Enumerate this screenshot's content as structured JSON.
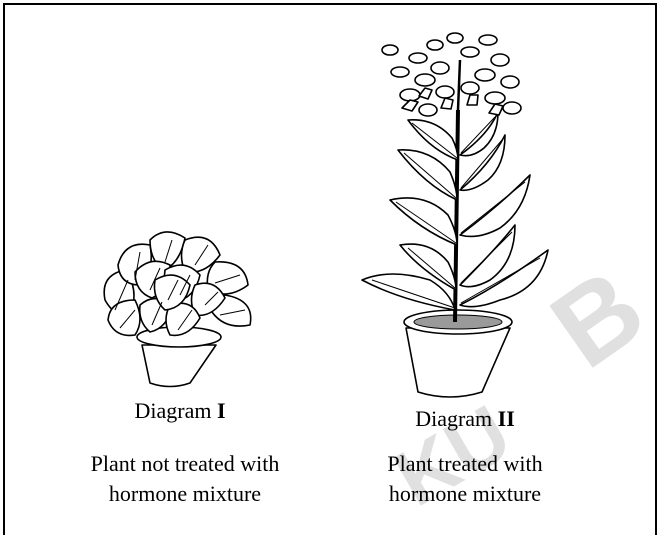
{
  "diagram_1": {
    "caption_word": "Diagram",
    "caption_numeral": "I",
    "description_line1": "Plant not treated with",
    "description_line2": "hormone mixture"
  },
  "diagram_2": {
    "caption_word": "Diagram",
    "caption_numeral": "II",
    "description_line1": "Plant treated with",
    "description_line2": "hormone mixture"
  },
  "watermark": {
    "text_a": "B",
    "text_b": "KU"
  },
  "colors": {
    "line": "#000000",
    "background": "#ffffff",
    "watermark": "#c8c8c8"
  }
}
